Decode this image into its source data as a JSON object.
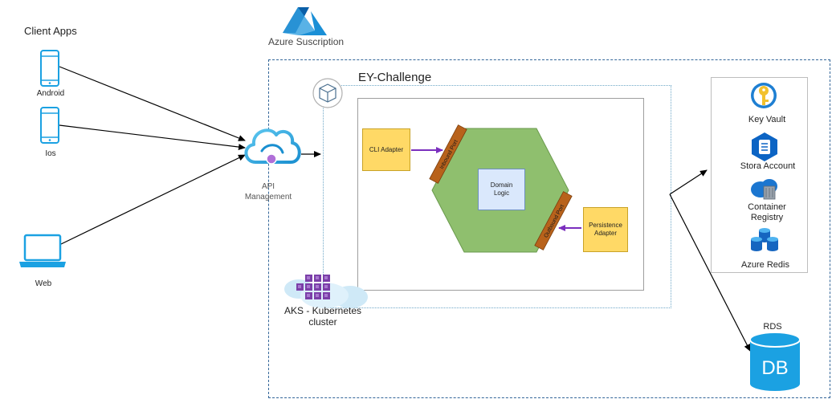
{
  "labels": {
    "client_apps": "Client Apps",
    "android": "Android",
    "ios": "Ios",
    "web": "Web",
    "api_management_1": "API",
    "api_management_2": "Management",
    "azure_subscription": "Azure Suscription",
    "ey_challenge": "EY-Challenge",
    "cli_adapter": "CLI Adapter",
    "domain_logic_1": "Domain",
    "domain_logic_2": "Logic",
    "persistence_1": "Persistence",
    "persistence_2": "Adapter",
    "inbound_port": "Inbound Port",
    "outbound_port": "Outbound Port",
    "aks_1": "AKS - Kubernetes",
    "aks_2": "cluster",
    "key_vault": "Key Vault",
    "storage_account": "Stora Account",
    "container_registry_1": "Container",
    "container_registry_2": "Registry",
    "azure_redis": "Azure Redis",
    "rds": "RDS",
    "db": "DB"
  },
  "colors": {
    "azure_blue": "#0078d4",
    "device_blue": "#1ba1e2",
    "hexagon_green": "#8fbf6e",
    "adapter_yellow": "#ffd966",
    "port_brown": "#b8621b",
    "arrow_purple": "#7b2fbe",
    "dashed_border": "#336699",
    "dotted_border": "#6fa8c8"
  },
  "icons": [
    "azure-logo-icon",
    "android-phone-icon",
    "ios-phone-icon",
    "laptop-icon",
    "api-management-cloud-icon",
    "cube-icon",
    "aks-cluster-icon",
    "key-vault-icon",
    "storage-account-icon",
    "container-registry-icon",
    "redis-icon",
    "database-icon"
  ]
}
